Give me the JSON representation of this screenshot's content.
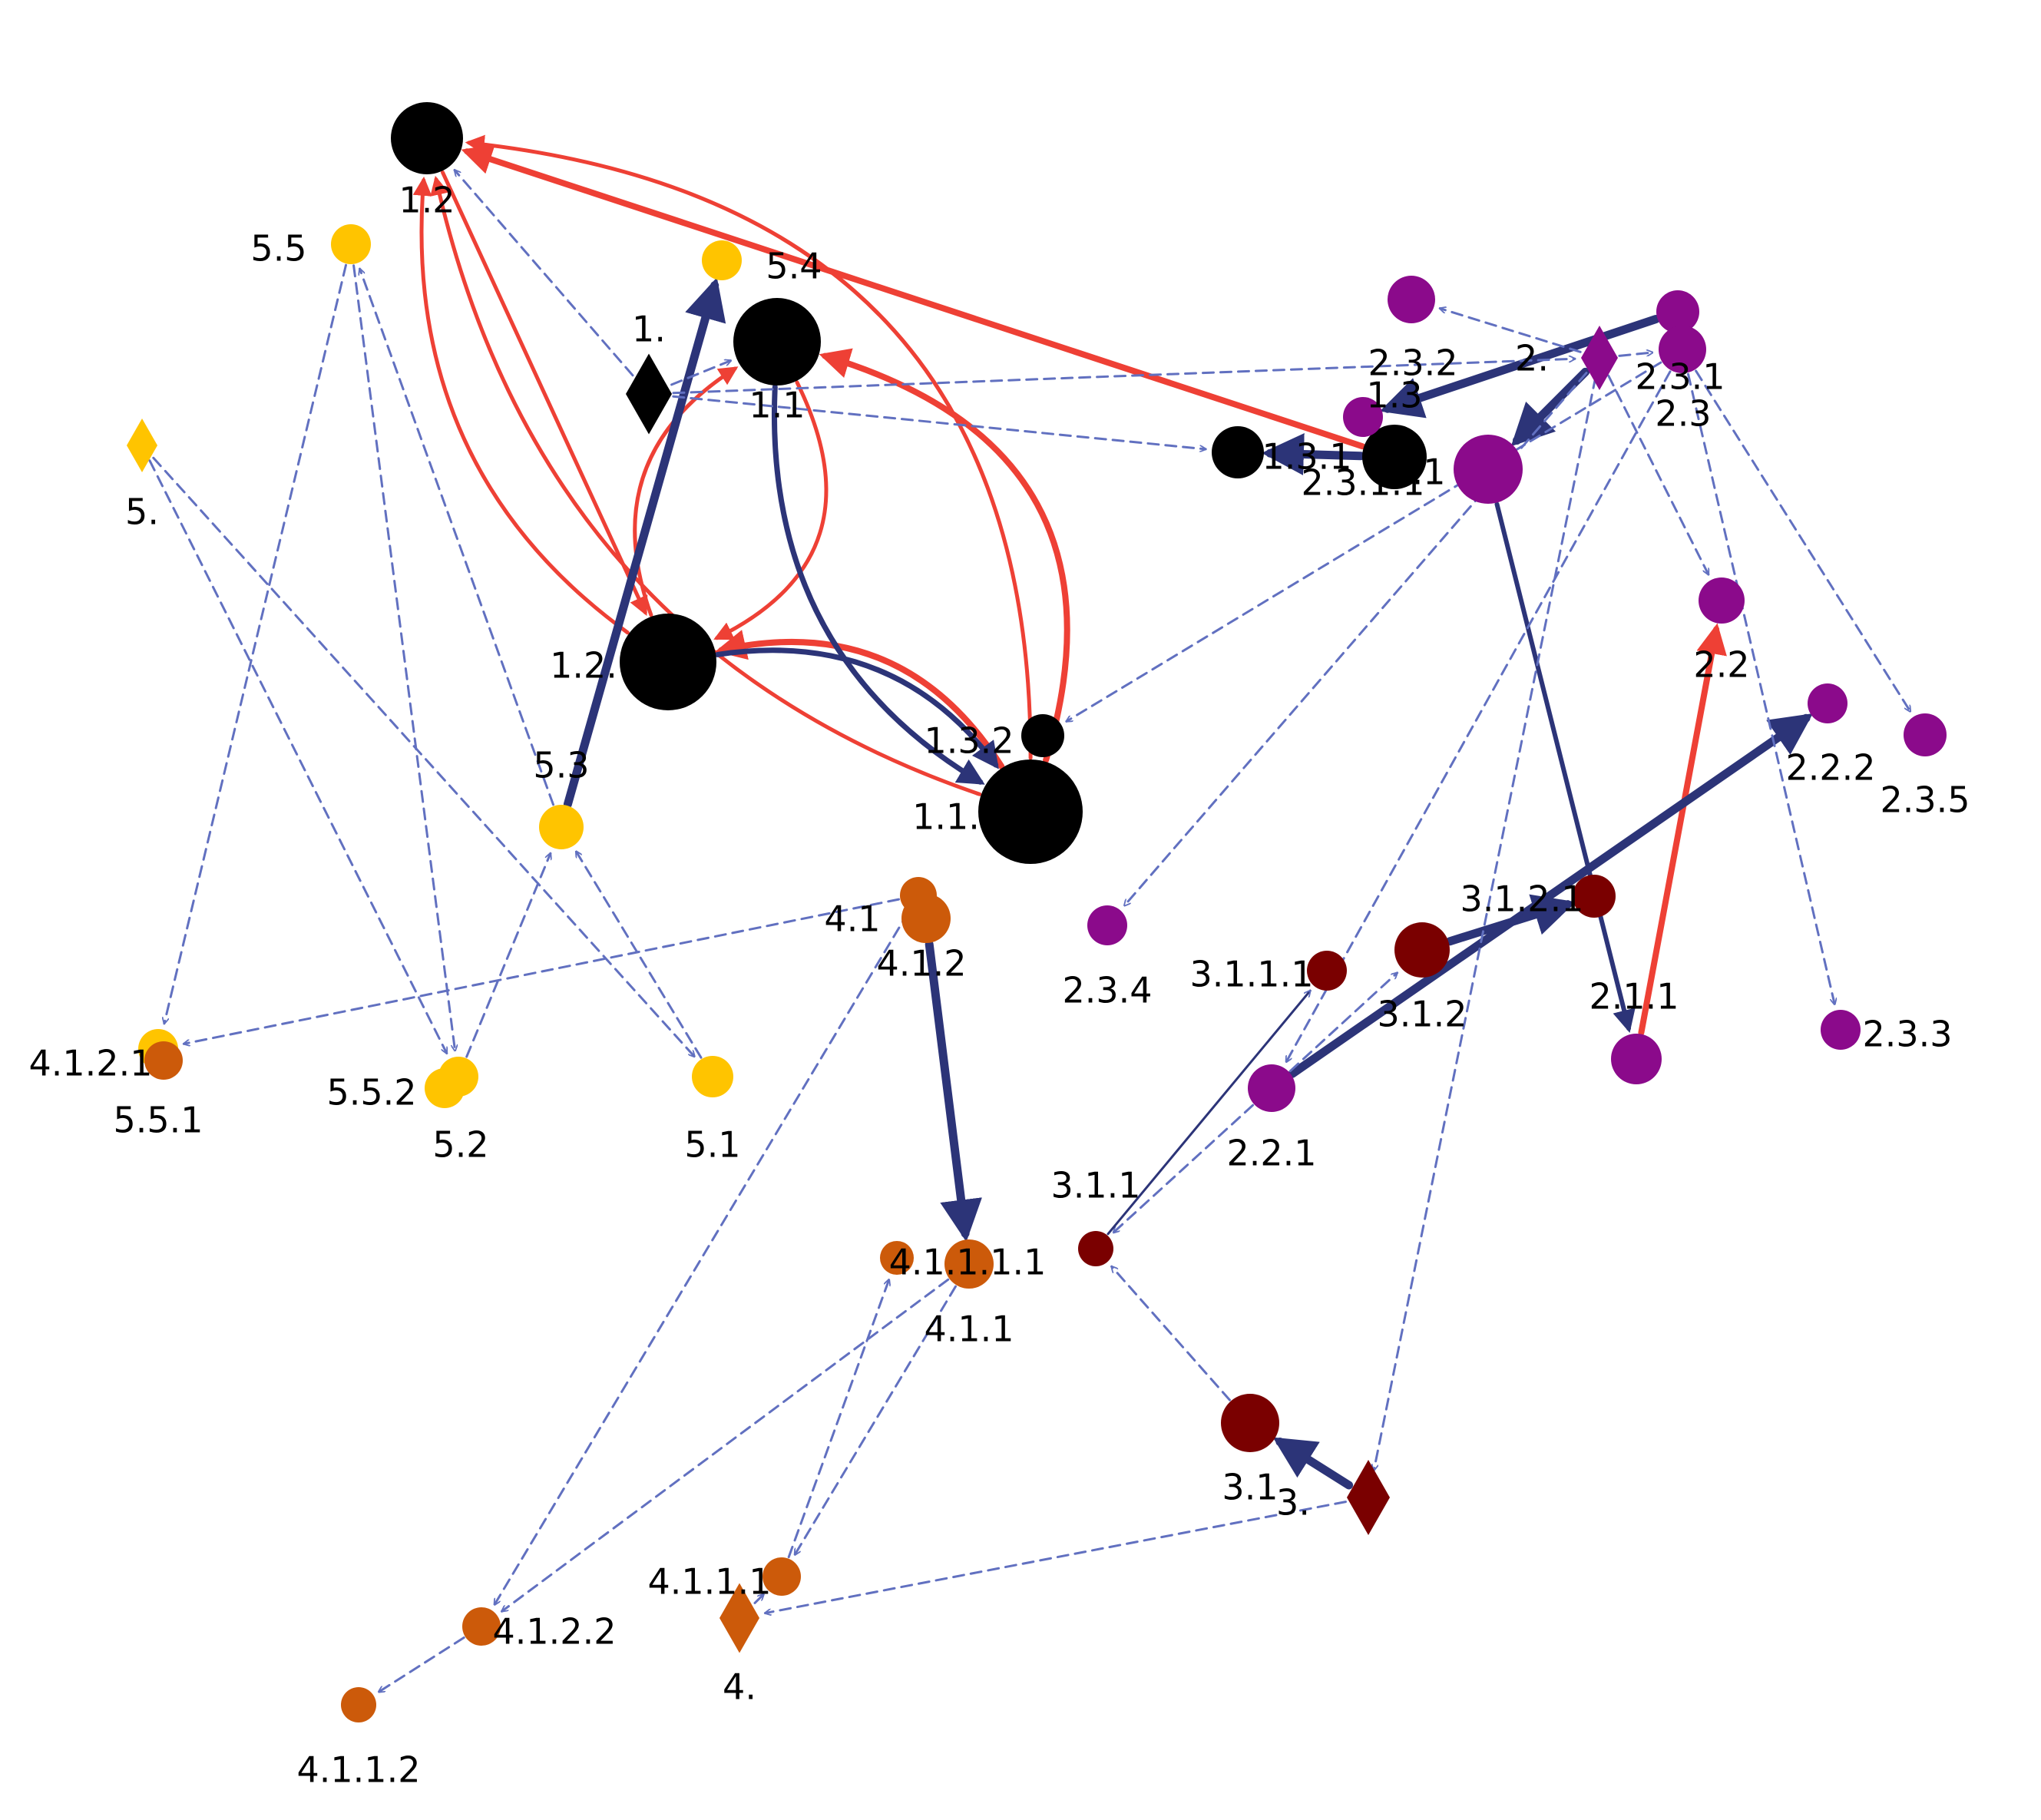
{
  "colors": {
    "group1": "#000000",
    "group2": "#8b0a8b",
    "group3": "#7a0000",
    "group4": "#cc5a0a",
    "group5": "#ffc400",
    "edge_dashed": "#6170c0",
    "edge_blue": "#2c3478",
    "edge_red": "#ee4035"
  },
  "nodes": [
    {
      "id": "1.2",
      "label": "1.2",
      "group": "group1",
      "shape": "circle",
      "size": 47
    },
    {
      "id": "1.",
      "label": "1.",
      "group": "group1",
      "shape": "diamond",
      "size": 30
    },
    {
      "id": "1.1",
      "label": "1.1",
      "group": "group1",
      "shape": "circle",
      "size": 57
    },
    {
      "id": "1.2.",
      "label": "1.2.",
      "group": "group1",
      "shape": "circle",
      "size": 63
    },
    {
      "id": "1.3.2",
      "label": "1.3.2",
      "group": "group1",
      "shape": "circle",
      "size": 28
    },
    {
      "id": "1.1.",
      "label": "1.1.",
      "group": "group1",
      "shape": "circle",
      "size": 68
    },
    {
      "id": "1.3.1",
      "label": "1.3.1",
      "group": "group1",
      "shape": "circle",
      "size": 34
    },
    {
      "id": "1.3",
      "label": "1.3",
      "group": "group1",
      "shape": "circle",
      "size": 42
    },
    {
      "id": "2.3.2",
      "label": "2.3.2",
      "group": "group2",
      "shape": "circle",
      "size": 31
    },
    {
      "id": "2.",
      "label": "2.",
      "group": "group2",
      "shape": "diamond",
      "size": 24
    },
    {
      "id": "2.3.1",
      "label": "2.3.1",
      "group": "group2",
      "shape": "circle",
      "size": 28
    },
    {
      "id": "2.3",
      "label": "2.3",
      "group": "group2",
      "shape": "circle",
      "size": 31
    },
    {
      "id": "2.3.1.1",
      "label": "2.3.1.1",
      "group": "group2",
      "shape": "circle",
      "size": 26
    },
    {
      "id": "2.1",
      "label": "2.1",
      "group": "group2",
      "shape": "circle",
      "size": 45
    },
    {
      "id": "2.2",
      "label": "2.2",
      "group": "group2",
      "shape": "circle",
      "size": 30
    },
    {
      "id": "2.2.2",
      "label": "2.2.2",
      "group": "group2",
      "shape": "circle",
      "size": 26
    },
    {
      "id": "2.3.5",
      "label": "2.3.5",
      "group": "group2",
      "shape": "circle",
      "size": 28
    },
    {
      "id": "2.3.4",
      "label": "2.3.4",
      "group": "group2",
      "shape": "circle",
      "size": 26
    },
    {
      "id": "2.1.1",
      "label": "2.1.1",
      "group": "group2",
      "shape": "circle",
      "size": 33
    },
    {
      "id": "2.3.3",
      "label": "2.3.3",
      "group": "group2",
      "shape": "circle",
      "size": 26
    },
    {
      "id": "2.2.1",
      "label": "2.2.1",
      "group": "group2",
      "shape": "circle",
      "size": 31
    },
    {
      "id": "3.1.2.1",
      "label": "3.1.2.1",
      "group": "group3",
      "shape": "circle",
      "size": 28
    },
    {
      "id": "3.1.2",
      "label": "3.1.2",
      "group": "group3",
      "shape": "circle",
      "size": 36
    },
    {
      "id": "3.1.1.1",
      "label": "3.1.1.1",
      "group": "group3",
      "shape": "circle",
      "size": 26
    },
    {
      "id": "3.1.1",
      "label": "3.1.1",
      "group": "group3",
      "shape": "circle",
      "size": 23
    },
    {
      "id": "3.1",
      "label": "3.1",
      "group": "group3",
      "shape": "circle",
      "size": 38
    },
    {
      "id": "3.",
      "label": "3.",
      "group": "group3",
      "shape": "diamond",
      "size": 28
    },
    {
      "id": "4.1",
      "label": "4.1",
      "group": "group4",
      "shape": "circle",
      "size": 24
    },
    {
      "id": "4.1.2",
      "label": "4.1.2",
      "group": "group4",
      "shape": "circle",
      "size": 32
    },
    {
      "id": "4.1.1.1.1",
      "label": "4.1.1.1.1",
      "group": "group4",
      "shape": "circle",
      "size": 22
    },
    {
      "id": "4.1.1",
      "label": "4.1.1",
      "group": "group4",
      "shape": "circle",
      "size": 32
    },
    {
      "id": "4.1.1.1",
      "label": "4.1.1.1",
      "group": "group4",
      "shape": "circle",
      "size": 25
    },
    {
      "id": "4.1.2.2",
      "label": "4.1.2.2",
      "group": "group4",
      "shape": "circle",
      "size": 25
    },
    {
      "id": "4.",
      "label": "4.",
      "group": "group4",
      "shape": "diamond",
      "size": 26
    },
    {
      "id": "4.1.1.2",
      "label": "4.1.1.2",
      "group": "group4",
      "shape": "circle",
      "size": 23
    },
    {
      "id": "4.1.2.1",
      "label": "4.1.2.1",
      "group": "group5",
      "shape": "circle",
      "size": 26
    },
    {
      "id": "5.5.1",
      "label": "5.5.1",
      "group": "group4",
      "shape": "circle",
      "size": 25
    },
    {
      "id": "5.5",
      "label": "5.5",
      "group": "group5",
      "shape": "circle",
      "size": 26
    },
    {
      "id": "5.4",
      "label": "5.4",
      "group": "group5",
      "shape": "circle",
      "size": 26
    },
    {
      "id": "5.",
      "label": "5.",
      "group": "group5",
      "shape": "diamond",
      "size": 20
    },
    {
      "id": "5.3",
      "label": "5.3",
      "group": "group5",
      "shape": "circle",
      "size": 29
    },
    {
      "id": "5.5.2",
      "label": "5.5.2",
      "group": "group5",
      "shape": "circle",
      "size": 26
    },
    {
      "id": "5.2",
      "label": "5.2",
      "group": "group5",
      "shape": "circle",
      "size": 26
    },
    {
      "id": "5.1",
      "label": "5.1",
      "group": "group5",
      "shape": "circle",
      "size": 27
    }
  ],
  "edges": [
    {
      "from": "1.3",
      "to": "1.2",
      "style": "red-thick",
      "bend": 0
    },
    {
      "from": "1.1.",
      "to": "1.2",
      "style": "red",
      "bend": 0.45
    },
    {
      "from": "1.1.",
      "to": "1.2",
      "style": "red",
      "bend": -0.28
    },
    {
      "from": "1.2",
      "to": "1.2.",
      "style": "red",
      "bend": 0
    },
    {
      "from": "1.2.",
      "to": "1.2",
      "style": "red",
      "bend": -0.28
    },
    {
      "from": "1.2.",
      "to": "1.1",
      "style": "red",
      "bend": -0.4
    },
    {
      "from": "1.1",
      "to": "1.2.",
      "style": "red",
      "bend": -0.5
    },
    {
      "from": "1.1.",
      "to": "1.1",
      "style": "red-thick",
      "bend": 0.5
    },
    {
      "from": "1.1.",
      "to": "1.2.",
      "style": "red-thick",
      "bend": 0.35
    },
    {
      "from": "1.1",
      "to": "1.1.",
      "style": "blue",
      "bend": 0.3
    },
    {
      "from": "1.2.",
      "to": "1.1.",
      "style": "blue",
      "bend": -0.3
    },
    {
      "from": "5.3",
      "to": "5.4",
      "style": "blue-thick",
      "bend": 0
    },
    {
      "from": "1.3",
      "to": "1.3.1",
      "style": "blue-thick",
      "bend": 0
    },
    {
      "from": "2.3.1",
      "to": "2.3.1.1",
      "style": "blue-thick",
      "bend": 0
    },
    {
      "from": "2.",
      "to": "2.1",
      "style": "blue-thick",
      "bend": 0
    },
    {
      "from": "2.1",
      "to": "2.1.1",
      "style": "blue-medium",
      "bend": 0
    },
    {
      "from": "2.1.1",
      "to": "2.2",
      "style": "red-thick",
      "bend": 0
    },
    {
      "from": "2.2.1",
      "to": "2.2.2",
      "style": "blue-thick",
      "bend": 0
    },
    {
      "from": "3.1.2",
      "to": "3.1.2.1",
      "style": "blue-thick",
      "bend": 0
    },
    {
      "from": "3.",
      "to": "3.1",
      "style": "blue-thick",
      "bend": 0
    },
    {
      "from": "4.1.2",
      "to": "4.1.1",
      "style": "blue-thick",
      "bend": 0
    },
    {
      "from": "2.2.1",
      "to": "3.1.1",
      "style": "dashed",
      "bend": 0
    },
    {
      "from": "3.1.1",
      "to": "3.1.1.1",
      "style": "blue-thin",
      "bend": 0
    },
    {
      "from": "2.2.1",
      "to": "3.1.2",
      "style": "dashed",
      "bend": 0
    },
    {
      "from": "1.",
      "to": "1.2",
      "style": "dashed",
      "bend": 0
    },
    {
      "from": "1.",
      "to": "1.1",
      "style": "dashed",
      "bend": 0
    },
    {
      "from": "1.",
      "to": "2.",
      "style": "dashed",
      "bend": 0
    },
    {
      "from": "1.",
      "to": "1.3.1",
      "style": "dashed",
      "bend": 0
    },
    {
      "from": "2.",
      "to": "2.3.2",
      "style": "dashed",
      "bend": 0
    },
    {
      "from": "2.",
      "to": "2.3",
      "style": "dashed",
      "bend": 0
    },
    {
      "from": "2.",
      "to": "2.2",
      "style": "dashed",
      "bend": 0
    },
    {
      "from": "2.",
      "to": "2.3.4",
      "style": "dashed",
      "bend": 0
    },
    {
      "from": "2.",
      "to": "3.",
      "style": "dashed",
      "bend": 0
    },
    {
      "from": "2.3",
      "to": "1.3.2",
      "style": "dashed",
      "bend": 0
    },
    {
      "from": "2.3",
      "to": "2.3.5",
      "style": "dashed",
      "bend": 0
    },
    {
      "from": "2.3",
      "to": "2.3.3",
      "style": "dashed",
      "bend": 0
    },
    {
      "from": "2.3",
      "to": "2.2.1",
      "style": "dashed",
      "bend": 0
    },
    {
      "from": "3.",
      "to": "4.",
      "style": "dashed",
      "bend": 0
    },
    {
      "from": "3.1",
      "to": "3.1.1",
      "style": "dashed",
      "bend": 0
    },
    {
      "from": "4.1",
      "to": "4.1.2.1",
      "style": "dashed",
      "bend": 0
    },
    {
      "from": "4.1",
      "to": "4.1.2.2",
      "style": "dashed",
      "bend": 0
    },
    {
      "from": "4.1.1",
      "to": "4.1.2.2",
      "style": "dashed",
      "bend": 0
    },
    {
      "from": "4.1.1",
      "to": "4.1.1.1",
      "style": "dashed",
      "bend": 0
    },
    {
      "from": "4.1.1.1",
      "to": "4.1.1.1.1",
      "style": "dashed",
      "bend": 0
    },
    {
      "from": "4.",
      "to": "4.1.1.1",
      "style": "dashed",
      "bend": 0
    },
    {
      "from": "4.1.2.2",
      "to": "4.1.1.2",
      "style": "dashed",
      "bend": 0
    },
    {
      "from": "5.5",
      "to": "4.1.2.1",
      "style": "dashed",
      "bend": 0
    },
    {
      "from": "5.5",
      "to": "5.5.2",
      "style": "dashed",
      "bend": 0
    },
    {
      "from": "5.3",
      "to": "5.5",
      "style": "dashed",
      "bend": 0
    },
    {
      "from": "5.",
      "to": "5.5.2",
      "style": "dashed",
      "bend": 0
    },
    {
      "from": "5.",
      "to": "5.1",
      "style": "dashed",
      "bend": 0
    },
    {
      "from": "5.1",
      "to": "5.3",
      "style": "dashed",
      "bend": 0
    },
    {
      "from": "5.5.2",
      "to": "5.3",
      "style": "dashed",
      "bend": 0
    }
  ]
}
